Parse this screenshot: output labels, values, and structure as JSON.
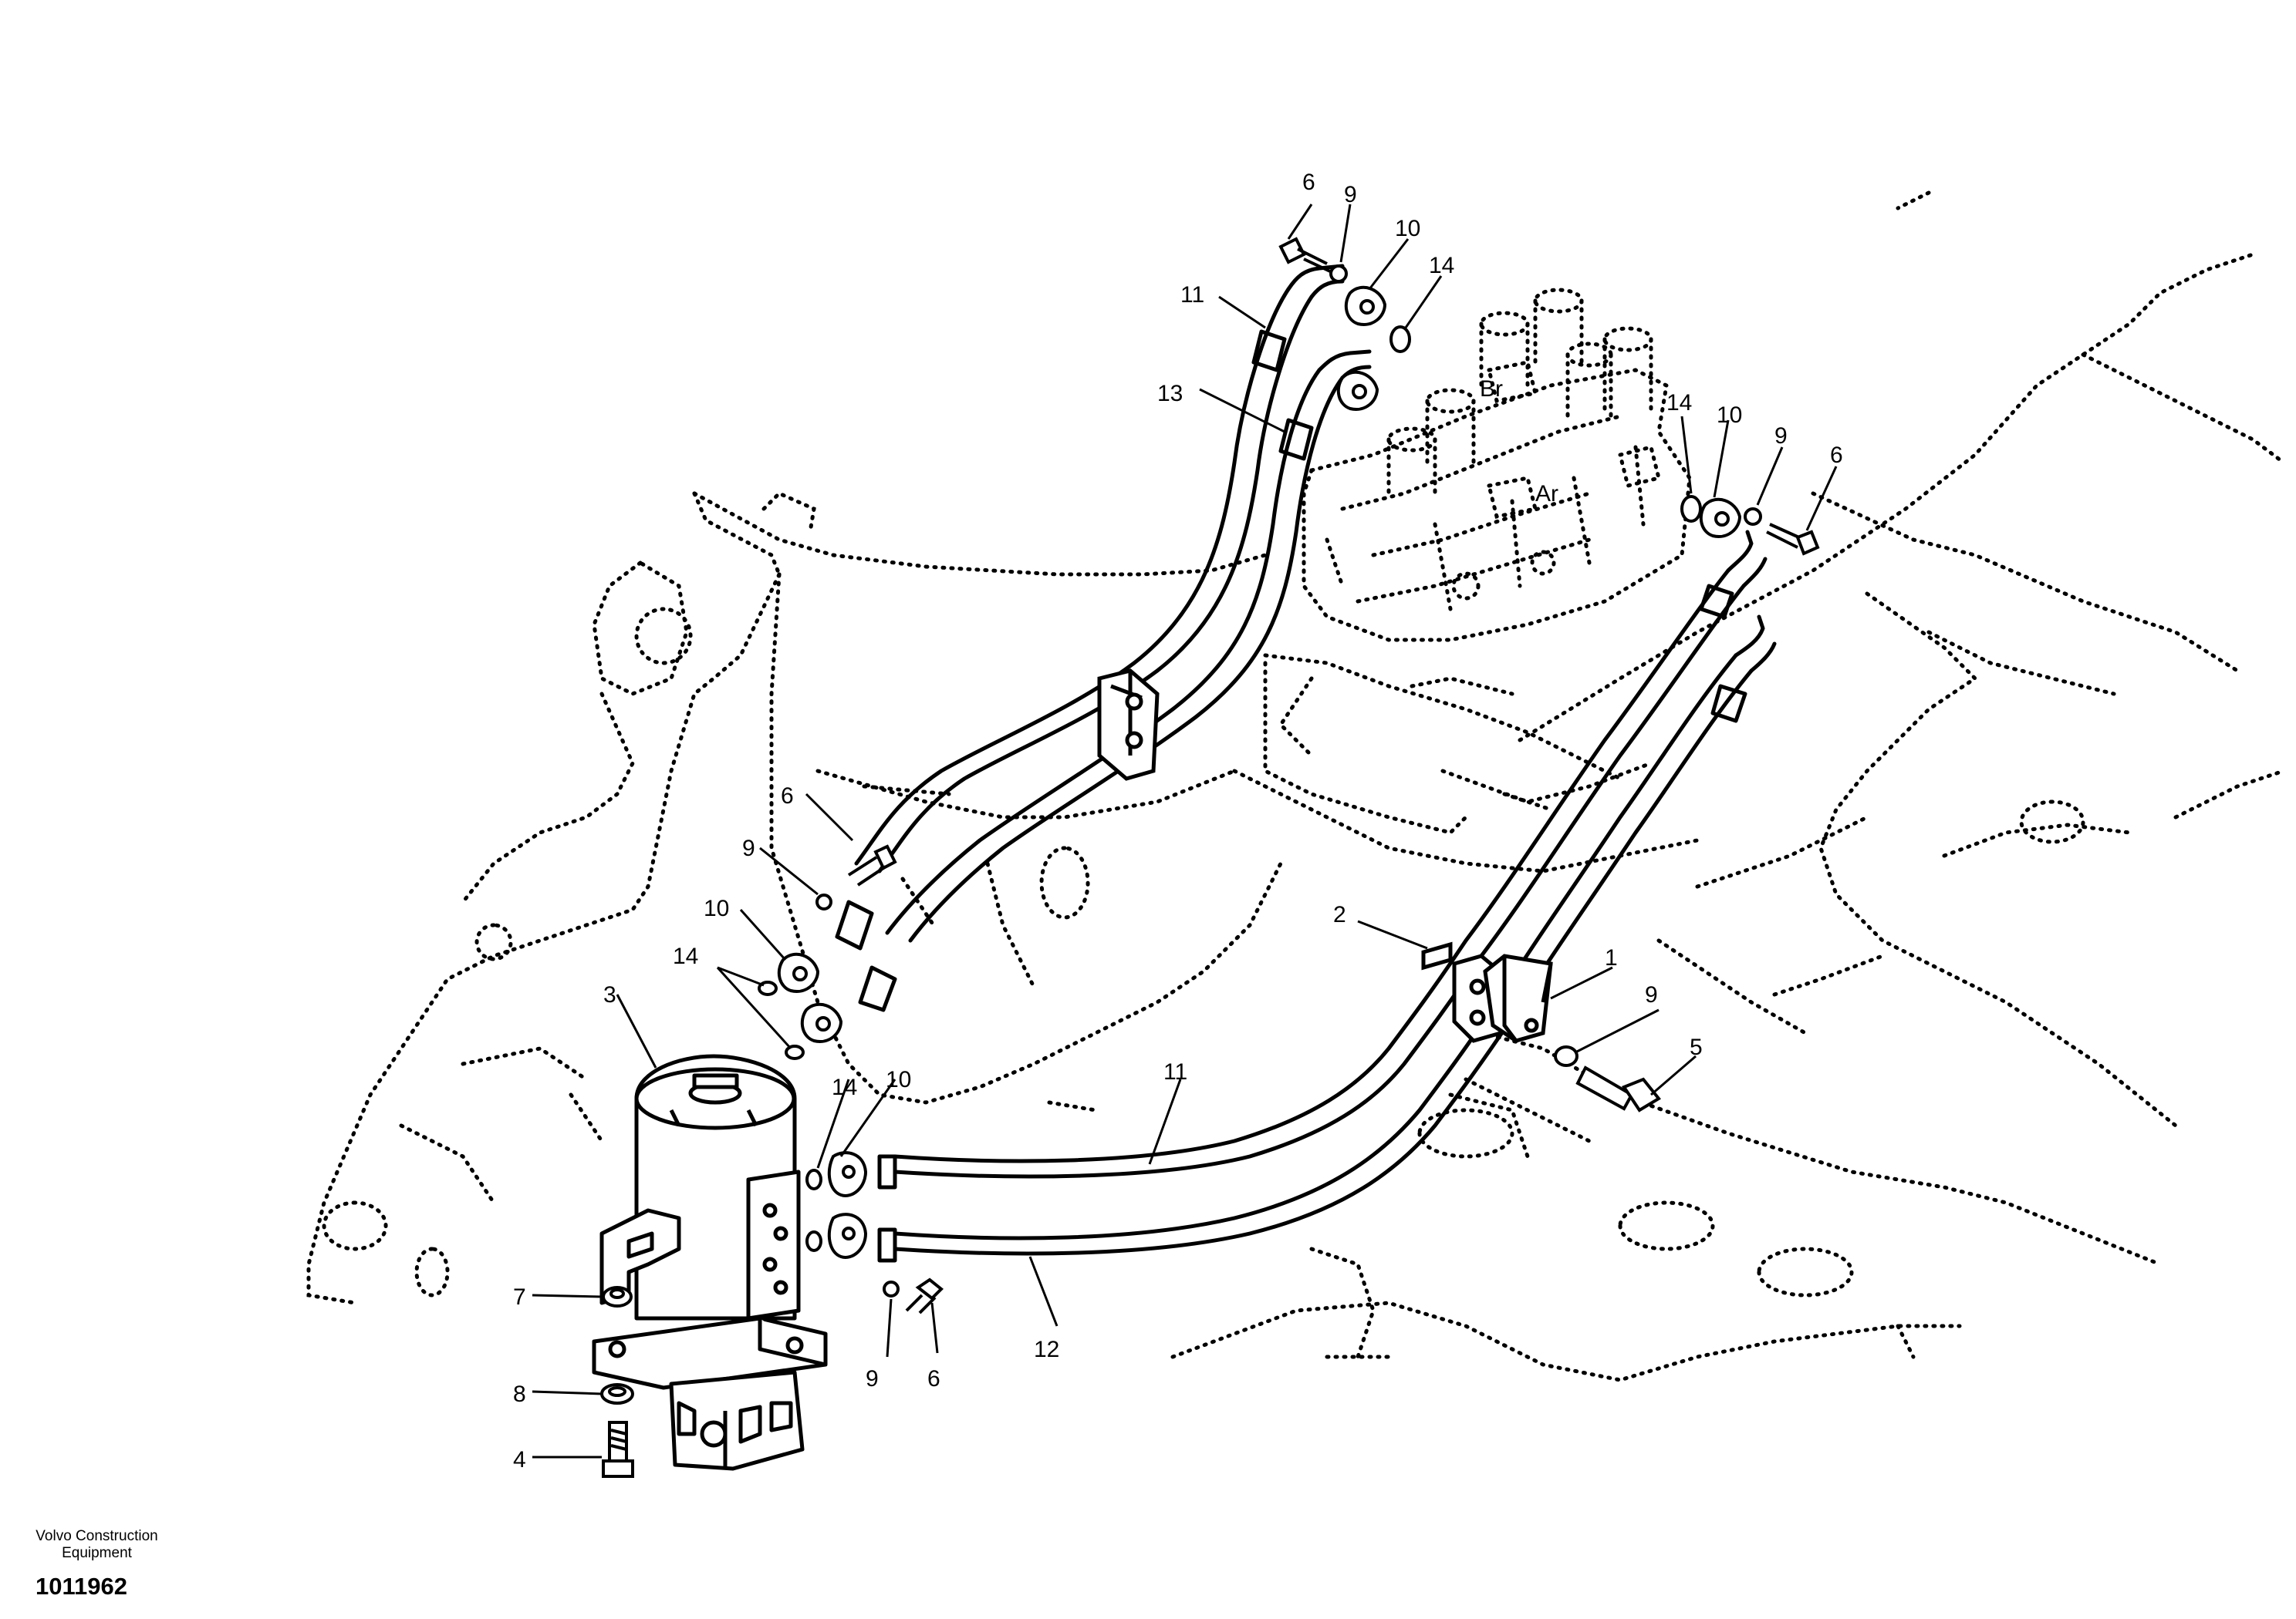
{
  "diagram": {
    "callouts": [
      {
        "id": "c-6a",
        "text": "6"
      },
      {
        "id": "c-9a",
        "text": "9"
      },
      {
        "id": "c-10a",
        "text": "10"
      },
      {
        "id": "c-14a",
        "text": "14"
      },
      {
        "id": "c-11a",
        "text": "11"
      },
      {
        "id": "c-13",
        "text": "13"
      },
      {
        "id": "c-14b",
        "text": "14"
      },
      {
        "id": "c-10b",
        "text": "10"
      },
      {
        "id": "c-9b",
        "text": "9"
      },
      {
        "id": "c-6b",
        "text": "6"
      },
      {
        "id": "c-6c",
        "text": "6"
      },
      {
        "id": "c-9c",
        "text": "9"
      },
      {
        "id": "c-10c",
        "text": "10"
      },
      {
        "id": "c-14c",
        "text": "14"
      },
      {
        "id": "c-3",
        "text": "3"
      },
      {
        "id": "c-2",
        "text": "2"
      },
      {
        "id": "c-1",
        "text": "1"
      },
      {
        "id": "c-9d",
        "text": "9"
      },
      {
        "id": "c-5",
        "text": "5"
      },
      {
        "id": "c-14d",
        "text": "14"
      },
      {
        "id": "c-10d",
        "text": "10"
      },
      {
        "id": "c-11b",
        "text": "11"
      },
      {
        "id": "c-7",
        "text": "7"
      },
      {
        "id": "c-8",
        "text": "8"
      },
      {
        "id": "c-4",
        "text": "4"
      },
      {
        "id": "c-9e",
        "text": "9"
      },
      {
        "id": "c-6d",
        "text": "6"
      },
      {
        "id": "c-12",
        "text": "12"
      }
    ],
    "valve_labels": {
      "br": "Br",
      "ar": "Ar"
    }
  },
  "footer": {
    "company_line1": "Volvo Construction",
    "company_line2": "Equipment",
    "drawing_number": "1011962"
  }
}
